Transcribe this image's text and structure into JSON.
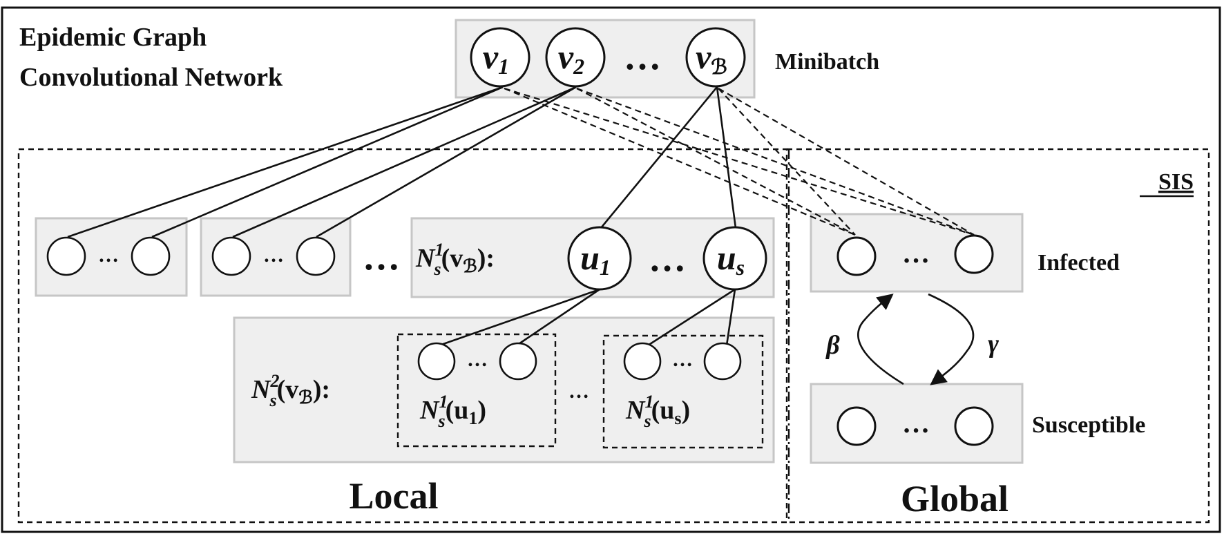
{
  "title_line1": "Epidemic Graph",
  "title_line2": "Convolutional Network",
  "minibatch": {
    "label": "Minibatch",
    "nodes": [
      {
        "base": "v",
        "sub": "1"
      },
      {
        "base": "v",
        "sub": "2"
      },
      {
        "base": "v",
        "sub": "ℬ"
      }
    ],
    "ellipsis": "…"
  },
  "local": {
    "label": "Local",
    "first_hop": {
      "prefix": "N",
      "sup": "1",
      "sub": "s",
      "arg": "(v",
      "arg_sub": "ℬ",
      "close": "):"
    },
    "first_hop_nodes": [
      {
        "base": "u",
        "sub": "1"
      },
      {
        "base": "u",
        "sub": "s"
      }
    ],
    "second_hop": {
      "prefix": "N",
      "sup": "2",
      "sub": "s",
      "arg": "(v",
      "arg_sub": "ℬ",
      "close": "):"
    },
    "group_u1": {
      "prefix": "N",
      "sup": "1",
      "sub": "s",
      "arg": "(u",
      "arg_sub": "1",
      "close": ")"
    },
    "group_us": {
      "prefix": "N",
      "sup": "1",
      "sub": "s",
      "arg": "(u",
      "arg_sub": "s",
      "close": ")"
    },
    "ellipsis": "…"
  },
  "global": {
    "label": "Global",
    "model_label": "SIS",
    "infected_label": "Infected",
    "susceptible_label": "Susceptible",
    "beta": "β",
    "gamma": "γ",
    "ellipsis": "…"
  }
}
